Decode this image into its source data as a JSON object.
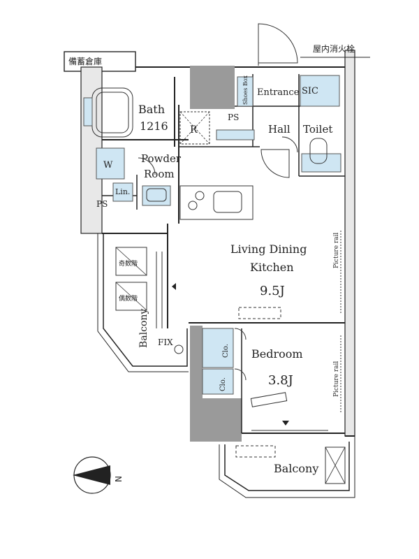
{
  "rooms": {
    "storage_top": "備蓄倉庫",
    "fire_hydrant": "屋内消火栓",
    "shoes_box": "Shoes Box",
    "entrance": "Entrance",
    "sic": "SIC",
    "hall": "Hall",
    "toilet": "Toilet",
    "ps": "PS",
    "bath": "Bath",
    "bath_size": "1216",
    "refrigerator": "R",
    "washer": "W",
    "powder": "Powder",
    "room": "Room",
    "linen": "Lin.",
    "ldk_line1": "Living Dining",
    "ldk_line2": "Kitchen",
    "ldk_size": "9.5J",
    "picture_rail": "Picture rail",
    "bedroom": "Bedroom",
    "bedroom_size": "3.8J",
    "closet": "Clo.",
    "balcony": "Balcony",
    "fix": "FIX",
    "outdoor_unit_odd": "奇数階",
    "outdoor_unit_even": "偶数階",
    "north": "N"
  },
  "colors": {
    "fixture_fill": "#cfe6f3",
    "shaft_fill": "#9a9a9a"
  }
}
